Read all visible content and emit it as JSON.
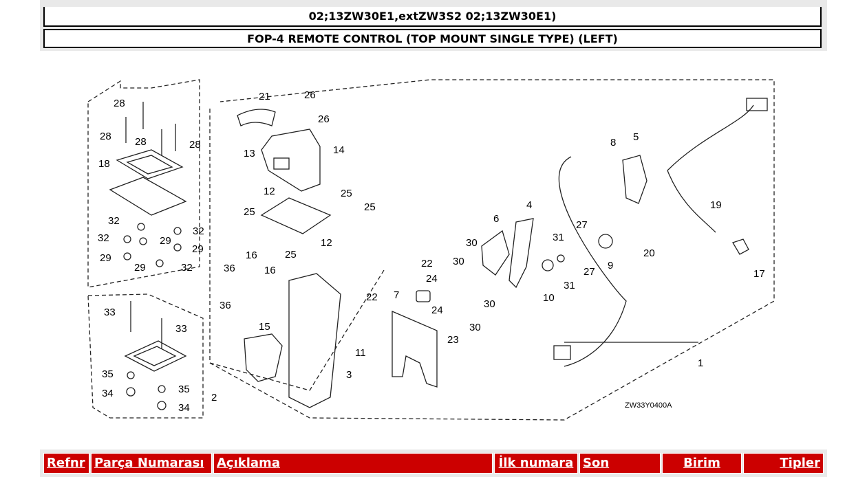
{
  "header": {
    "models_line": "02;13ZW30E1,extZW3S2 02;13ZW30E1)",
    "section_title": "FOP-4 REMOTE CONTROL (TOP MOUNT SINGLE TYPE) (LEFT)"
  },
  "diagram": {
    "code": "ZW33Y0400A",
    "callouts": [
      "1",
      "2",
      "3",
      "4",
      "5",
      "6",
      "7",
      "8",
      "9",
      "10",
      "11",
      "12",
      "12",
      "13",
      "14",
      "15",
      "16",
      "16",
      "17",
      "18",
      "19",
      "20",
      "21",
      "22",
      "22",
      "23",
      "24",
      "24",
      "25",
      "25",
      "25",
      "25",
      "26",
      "26",
      "27",
      "27",
      "28",
      "28",
      "28",
      "28",
      "29",
      "29",
      "29",
      "30",
      "30",
      "30",
      "30",
      "31",
      "31",
      "32",
      "32",
      "32",
      "32",
      "33",
      "33",
      "34",
      "34",
      "35",
      "35",
      "36",
      "36"
    ]
  },
  "table": {
    "columns": [
      "Refnr",
      "Parça Numarası",
      "Açıklama",
      "İlk numara",
      "Son",
      "Birim",
      "Tipler"
    ]
  }
}
